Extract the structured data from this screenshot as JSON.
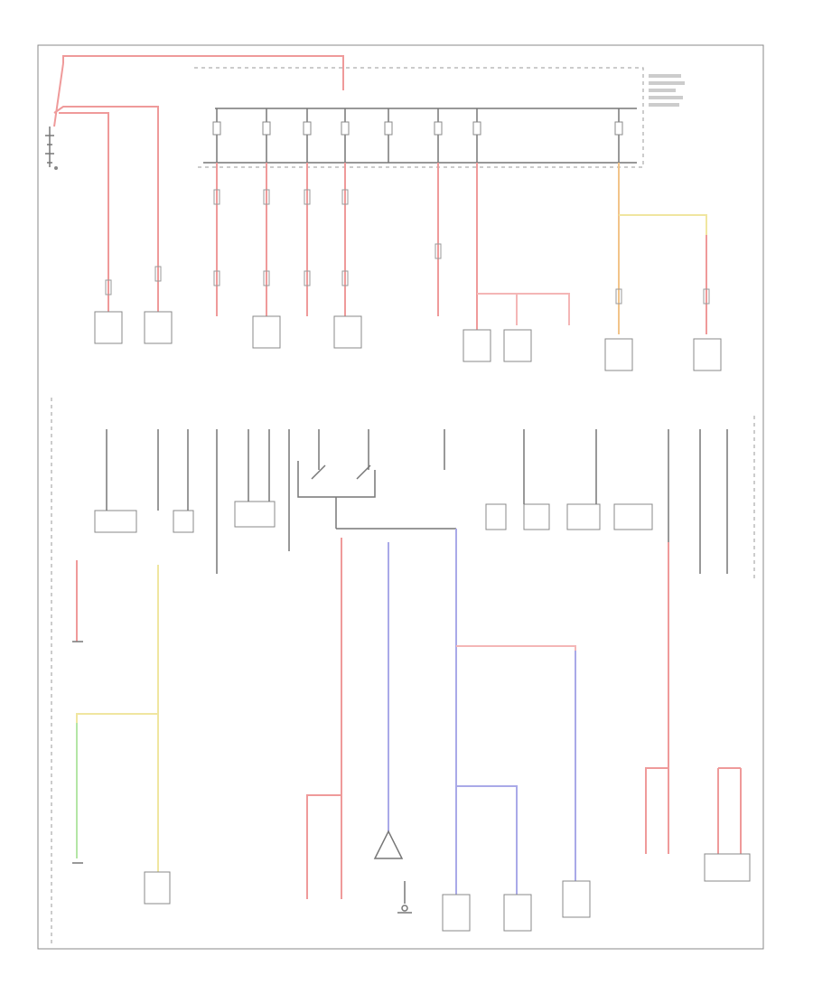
{
  "diagram": {
    "figure_code": "",
    "labels": []
  },
  "colors": {
    "red": "#ef9a9a",
    "pink": "#f4b6b6",
    "yellow": "#f0e6a0",
    "orange": "#f2c48a",
    "green": "#b4e6a6",
    "blue": "#a9a9e8",
    "black": "#777777"
  },
  "components": [
    "battery",
    "starter",
    "generator",
    "fuse-block",
    "fuse",
    "relay",
    "ground",
    "connector",
    "module",
    "switch",
    "splice"
  ]
}
